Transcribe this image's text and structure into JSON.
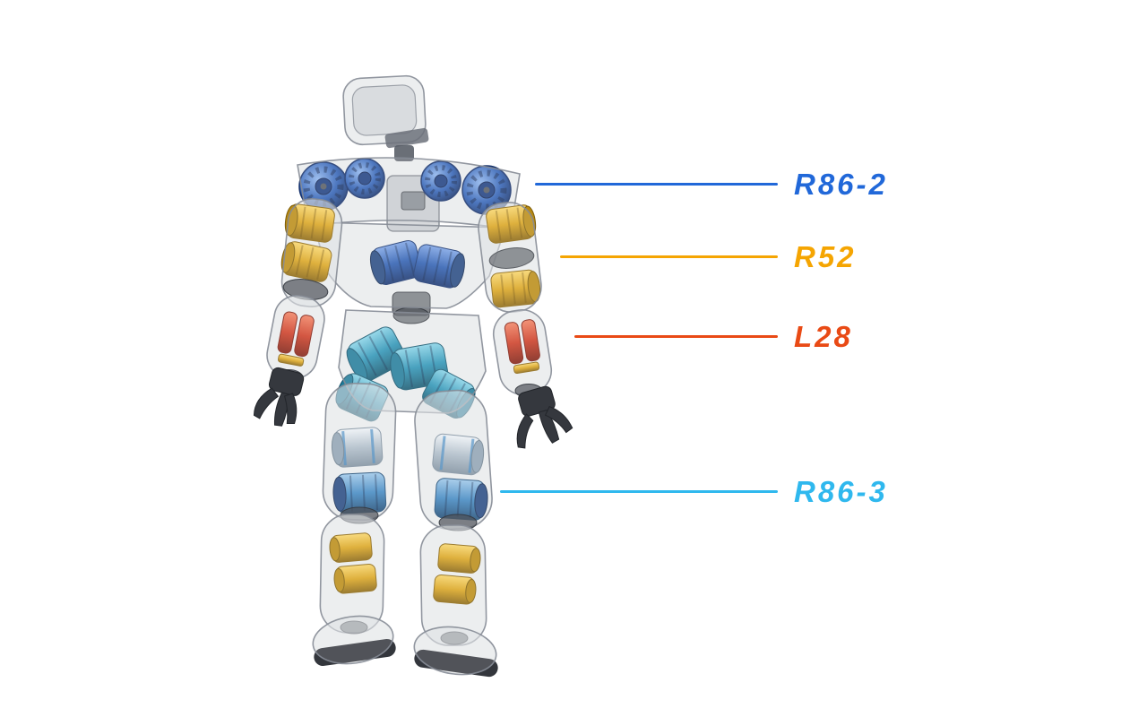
{
  "figure": {
    "background_color": "#ffffff",
    "robot": {
      "name": "humanoid-robot-transparent-view",
      "description": "Translucent humanoid robot, rear view, internal actuators visible",
      "actuator_colors": {
        "shoulder_waist_blue": "#2b5cb0",
        "arm_shin_gold": "#d9a31c",
        "forearm_red": "#cc3a22",
        "hip_teal": "#2a92b4",
        "knee_blue": "#3f86c0"
      }
    },
    "callouts": [
      {
        "label": "R86-2",
        "color": "#2168d9",
        "points_to": "shoulder-actuator"
      },
      {
        "label": "R52",
        "color": "#f5a502",
        "points_to": "upper-arm-actuator"
      },
      {
        "label": "L28",
        "color": "#e94a15",
        "points_to": "forearm-actuator"
      },
      {
        "label": "R86-3",
        "color": "#2fb8ee",
        "points_to": "knee-actuator"
      }
    ]
  }
}
